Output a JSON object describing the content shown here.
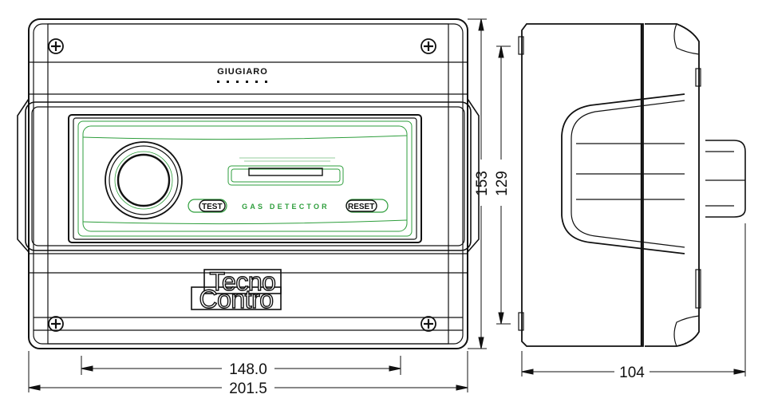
{
  "front_view": {
    "brand_top": "GIUGIARO",
    "panel_label": "GAS DETECTOR",
    "test_button": "TEST",
    "reset_button": "RESET",
    "logo_line1": "Tecno",
    "logo_line2": "Contro"
  },
  "dimensions": {
    "inner_width": "148.0",
    "outer_width": "201.5",
    "outer_height": "153",
    "inner_height": "129",
    "depth": "104"
  },
  "colors": {
    "outline": "#111111",
    "panel_accent": "#2e9e3c"
  }
}
